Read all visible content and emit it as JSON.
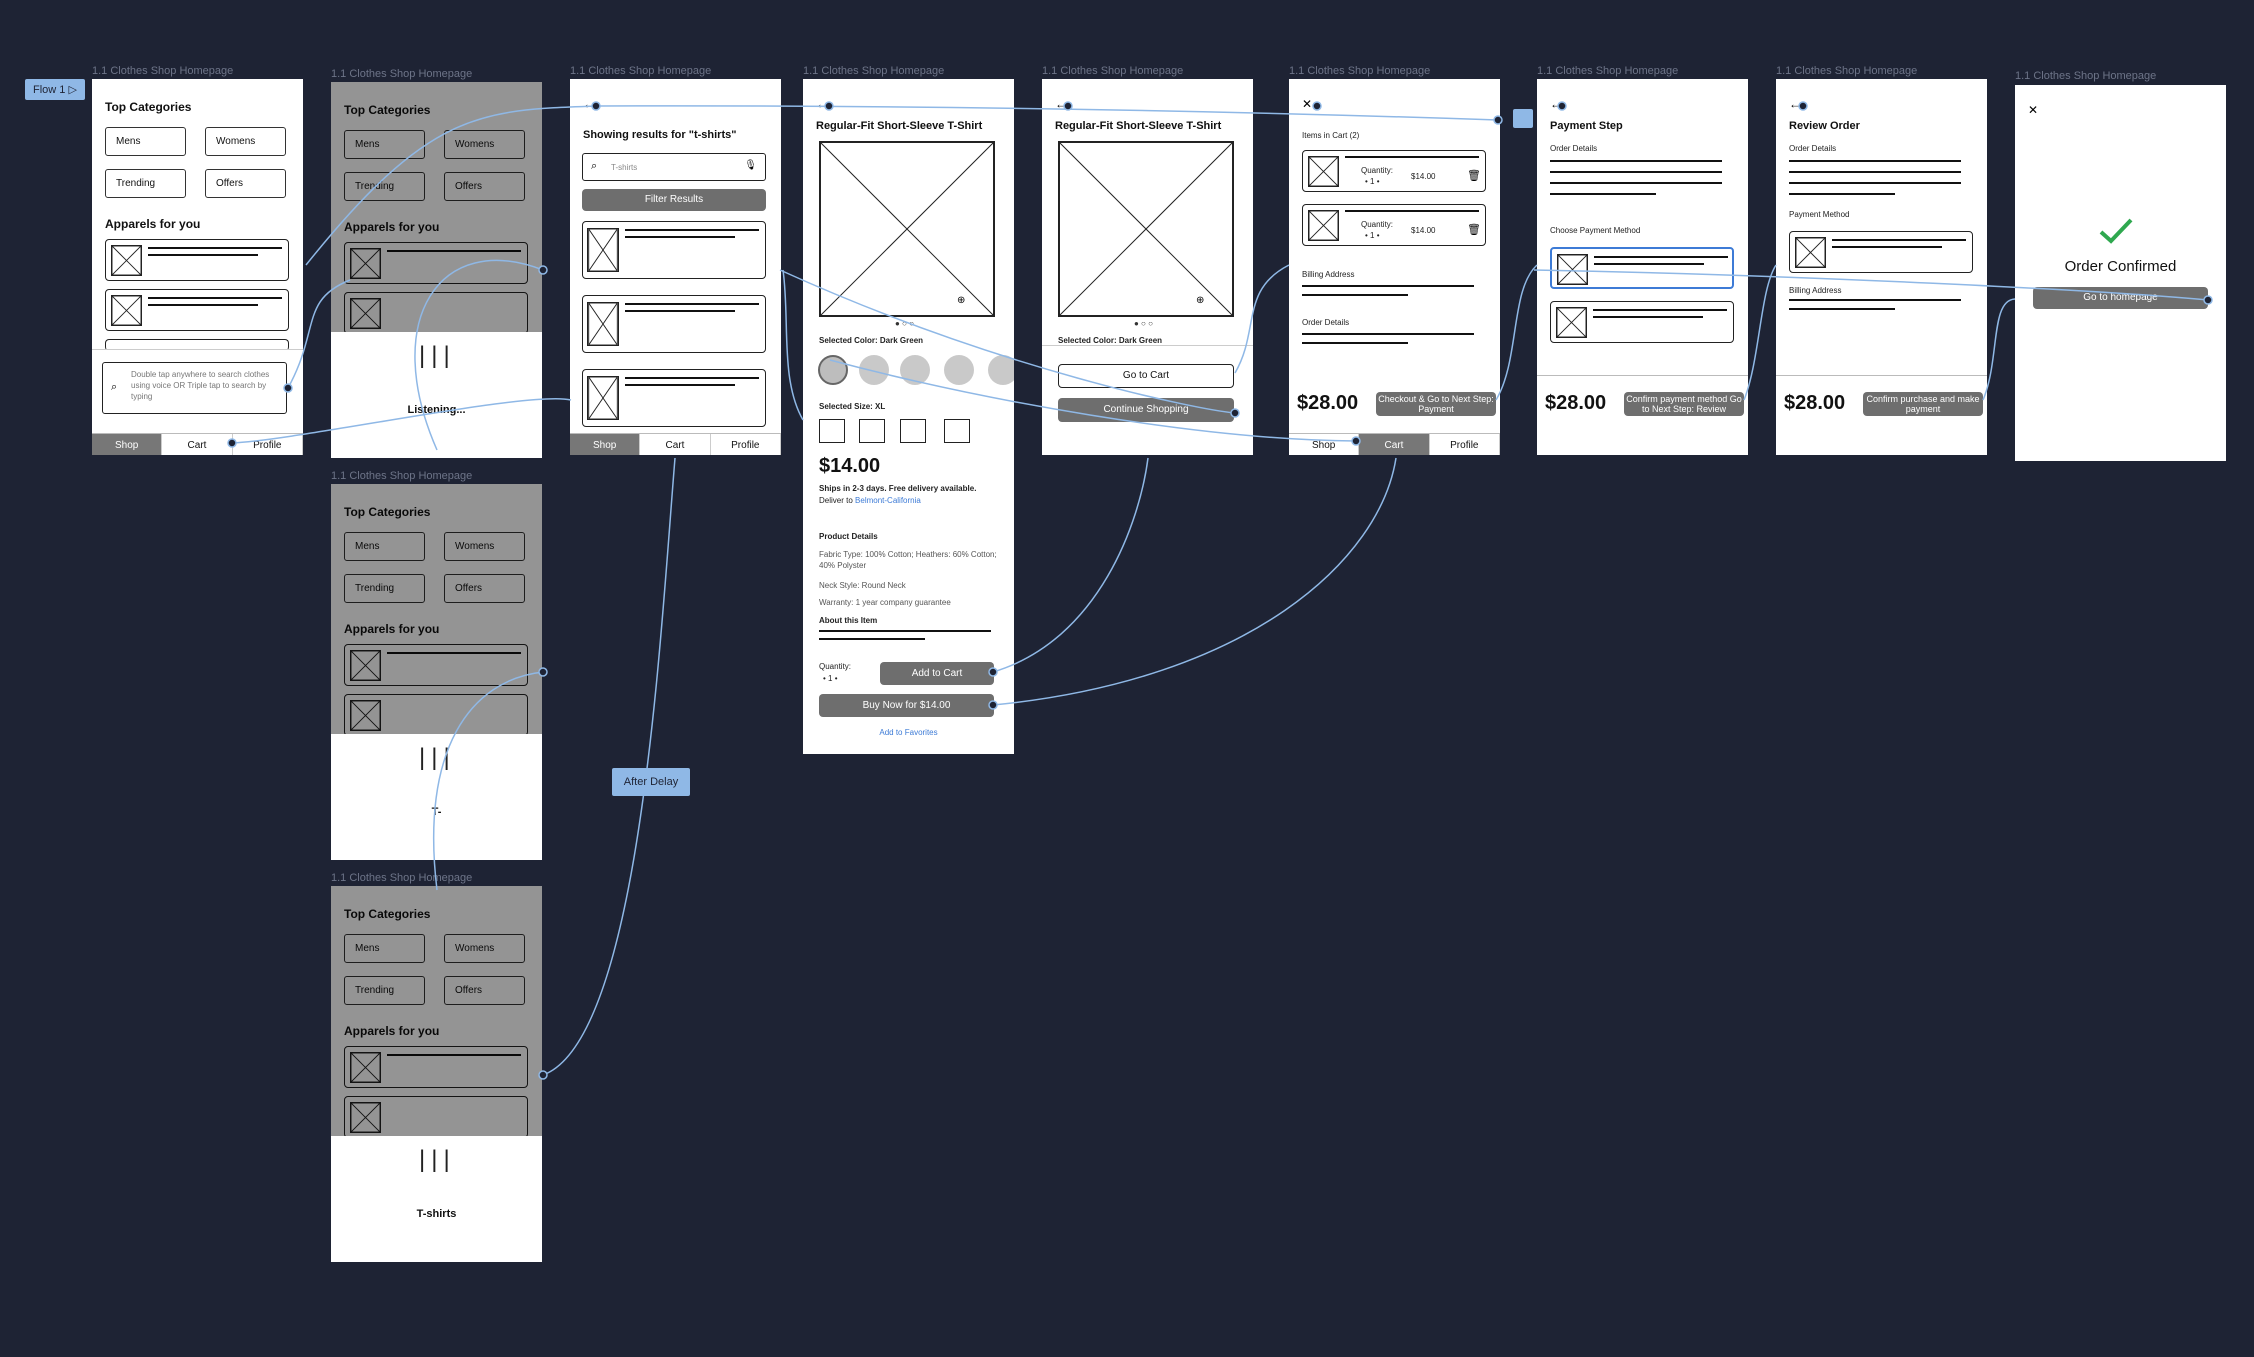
{
  "flow_tag": "Flow 1",
  "frame_label": "1.1 Clothes Shop Homepage",
  "home": {
    "top_categories": "Top Categories",
    "categories": [
      "Mens",
      "Womens",
      "Trending",
      "Offers"
    ],
    "apparels": "Apparels for you",
    "search_hint": "Double tap anywhere to search clothes using voice OR Triple tap to search by typing"
  },
  "nav": [
    "Shop",
    "Cart",
    "Profile"
  ],
  "voice": {
    "listening": "Listening...",
    "partial": "T-",
    "final": "T-shirts"
  },
  "results": {
    "heading": "Showing results for \"t-shirts\"",
    "query": "T-shirts",
    "filter": "Filter Results"
  },
  "product": {
    "title": "Regular-Fit Short-Sleeve T-Shirt",
    "color_label": "Selected Color: Dark Green",
    "size_label": "Selected Size: XL",
    "price": "$14.00",
    "shipping": "Ships in 2-3 days. Free delivery available.",
    "deliver_prefix": "Deliver to",
    "deliver_location": "Belmont-California",
    "details_heading": "Product Details",
    "fabric": "Fabric Type: 100% Cotton; Heathers: 60% Cotton; 40% Polyster",
    "neck": "Neck Style: Round Neck",
    "warranty": "Warranty: 1 year company guarantee",
    "about": "About this Item",
    "quantity_label": "Quantity:",
    "quantity_value": "• 1 •",
    "add_to_cart": "Add to Cart",
    "buy_now": "Buy Now for $14.00",
    "add_fav": "Add to Favorites"
  },
  "added": {
    "go_to_cart": "Go to Cart",
    "continue": "Continue Shopping"
  },
  "cart": {
    "items": "Items in Cart (2)",
    "quantity_label": "Quantity:",
    "quantity_value": "• 1 •",
    "item_price": "$14.00",
    "billing": "Billing Address",
    "order_details": "Order Details",
    "total": "$28.00",
    "checkout": "Checkout & Go to Next Step: Payment"
  },
  "payment": {
    "title": "Payment Step",
    "order_details": "Order Details",
    "choose": "Choose Payment Method",
    "total": "$28.00",
    "confirm": "Confirm payment method Go to Next Step: Review"
  },
  "review": {
    "title": "Review Order",
    "order_details": "Order Details",
    "payment_method": "Payment Method",
    "billing": "Billing Address",
    "total": "$28.00",
    "confirm": "Confirm purchase and make payment"
  },
  "confirmed": {
    "title": "Order Confirmed",
    "home_button": "Go to homepage"
  },
  "after_delay": "After Delay",
  "colors": {
    "canvas": "#1e2334",
    "wire": "#8fb8e6",
    "accent_green": "#2fa84f",
    "link_blue": "#3d7bd6"
  }
}
